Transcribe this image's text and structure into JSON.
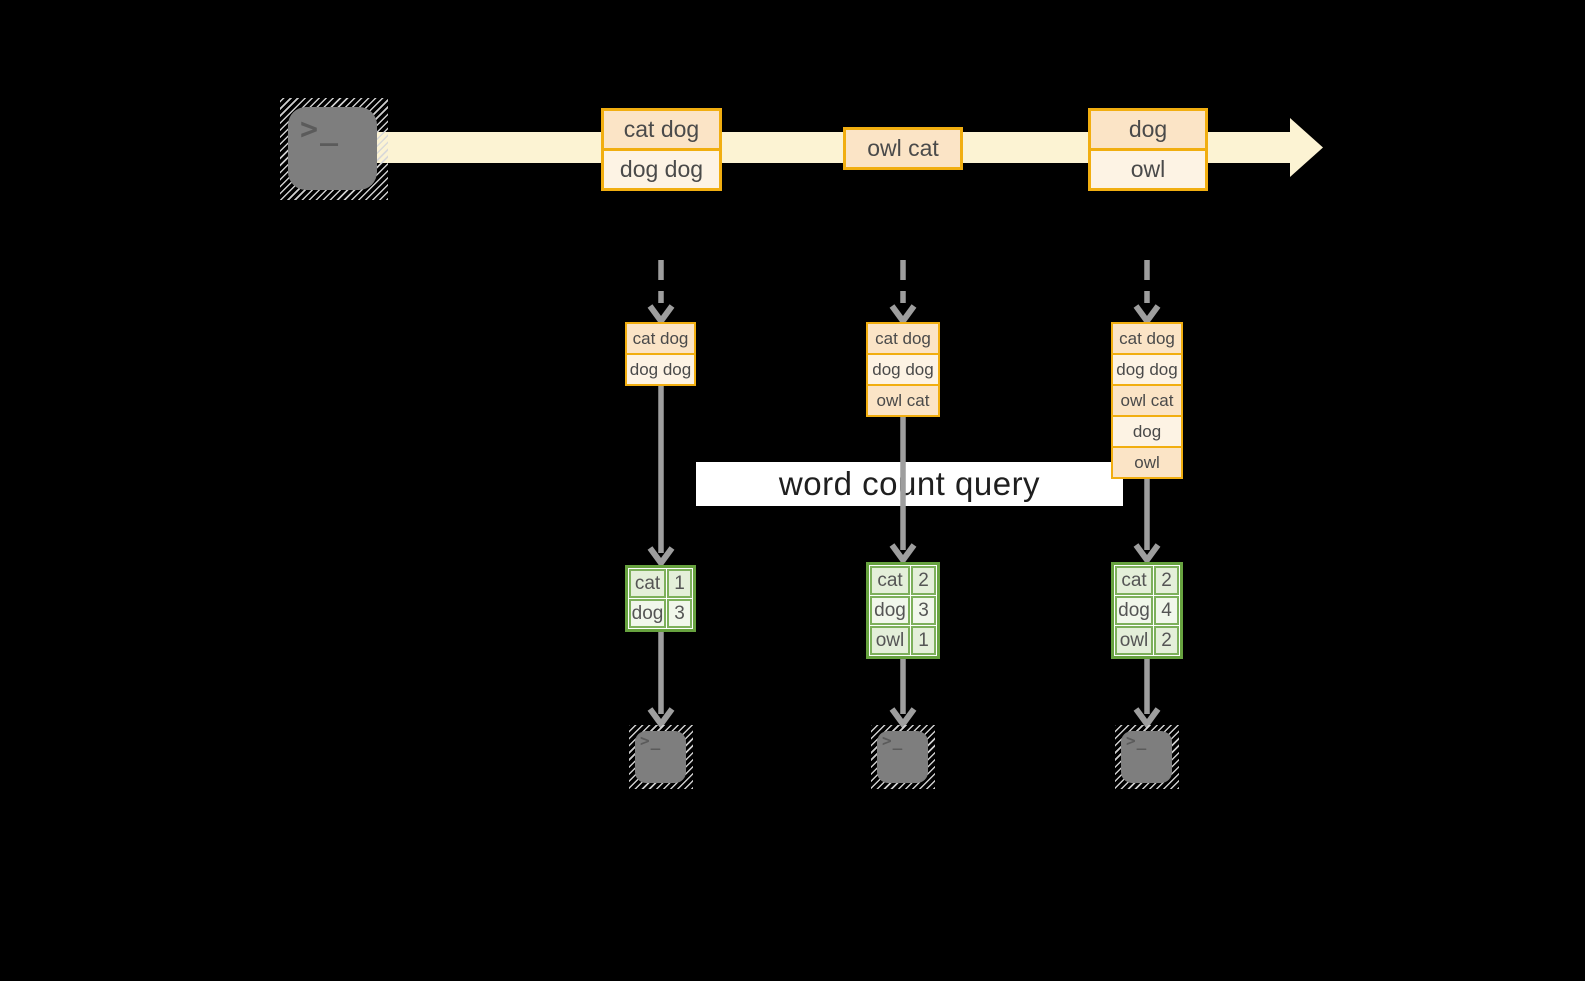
{
  "query_label": "word count query",
  "icons": {
    "terminal": "terminal-icon",
    "prompt_glyph": ">_"
  },
  "colors": {
    "background": "#000000",
    "stream_band": "#FCF3D3",
    "amber_border": "#F1AE10",
    "peach_fill": "#FBE4C6",
    "cream_fill": "#FDF3E4",
    "green_border": "#67A23F",
    "green_fill_dark": "#E4EFD9",
    "green_fill_light": "#F1F7EB",
    "arrow_gray": "#9E9E9E",
    "terminal_gray": "#7E7E7E",
    "banner_bg": "#FFFFFF"
  },
  "timeline": {
    "events": [
      {
        "rows": [
          "cat dog",
          "dog dog"
        ]
      },
      {
        "rows": [
          "owl cat"
        ]
      },
      {
        "rows": [
          "dog",
          "owl"
        ]
      }
    ]
  },
  "streams": [
    {
      "buffer": [
        "cat dog",
        "dog dog"
      ],
      "counts": [
        {
          "word": "cat",
          "count": "1"
        },
        {
          "word": "dog",
          "count": "3"
        }
      ]
    },
    {
      "buffer": [
        "cat dog",
        "dog dog",
        "owl cat"
      ],
      "counts": [
        {
          "word": "cat",
          "count": "2"
        },
        {
          "word": "dog",
          "count": "3"
        },
        {
          "word": "owl",
          "count": "1"
        }
      ]
    },
    {
      "buffer": [
        "cat dog",
        "dog dog",
        "owl cat",
        "dog",
        "owl"
      ],
      "counts": [
        {
          "word": "cat",
          "count": "2"
        },
        {
          "word": "dog",
          "count": "4"
        },
        {
          "word": "owl",
          "count": "2"
        }
      ]
    }
  ]
}
